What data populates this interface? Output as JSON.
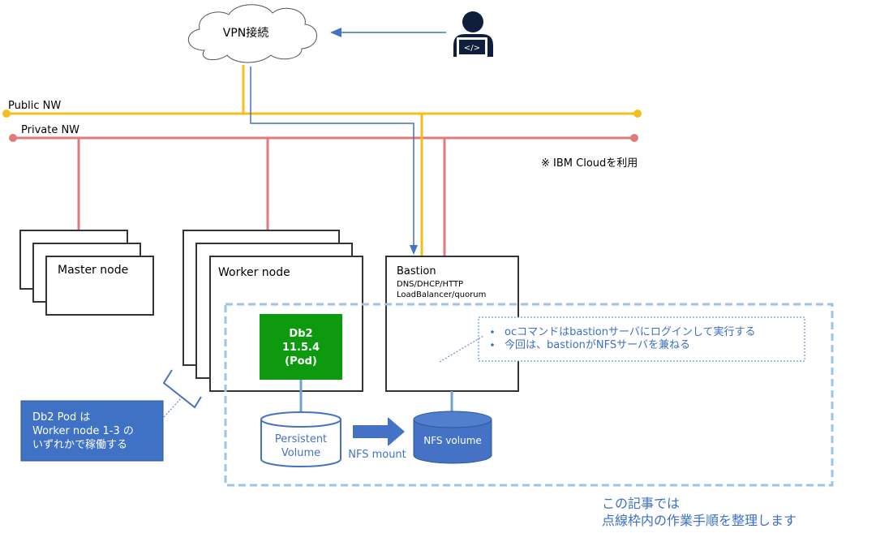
{
  "colors": {
    "public_nw": "#F5BE1C",
    "private_nw": "#E07A7B",
    "vpn_link": "#4472C4",
    "db2_pod": "#0E9A0E",
    "storage": "#4472C4",
    "dashed_frame": "#9DC3E6",
    "callout_fill": "#3F72C4",
    "node_border": "#333333",
    "note_text": "#3D6FC4",
    "connector": "#6AA3D8"
  },
  "icons": {
    "cloud": "cloud-icon",
    "user": "developer-laptop-icon",
    "arrow": "arrow-right-icon"
  },
  "cloud": {
    "label": "VPN接続"
  },
  "networks": {
    "public": {
      "label": "Public NW"
    },
    "private": {
      "label": "Private NW"
    }
  },
  "note_ibm": "※ IBM Cloudを利用",
  "master": {
    "label": "Master node"
  },
  "worker": {
    "label": "Worker node"
  },
  "db2": {
    "line1": "Db2",
    "line2": "11.5.4",
    "line3": "(Pod)"
  },
  "bastion": {
    "title": "Bastion",
    "line1": "DNS/DHCP/HTTP",
    "line2": "LoadBalancer/quorum"
  },
  "bullets": [
    "ocコマンドはbastionサーバにログインして実行する",
    "今回は、bastionがNFSサーバを兼ねる"
  ],
  "pv": {
    "line1": "Persistent",
    "line2": "Volume"
  },
  "nfs_mount": "NFS mount",
  "nfs_volume": "NFS volume",
  "callout": {
    "line1": "Db2 Pod は",
    "line2": "Worker node 1-3 の",
    "line3": "いずれかで稼働する"
  },
  "footer": {
    "line1": "この記事では",
    "line2": "点線枠内の作業手順を整理します"
  }
}
